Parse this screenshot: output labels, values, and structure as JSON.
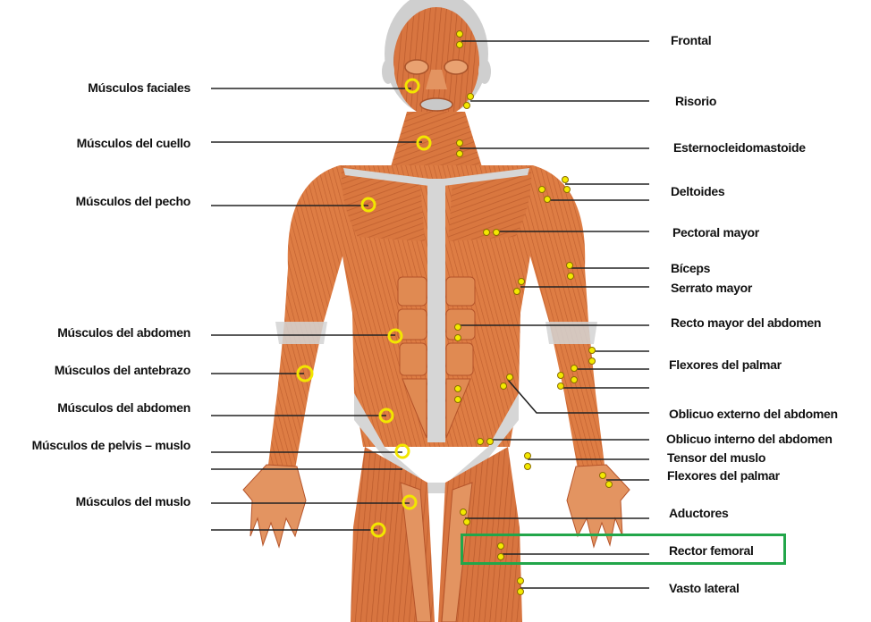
{
  "diagram": {
    "labels_left": [
      {
        "id": "musculos-faciales",
        "text": "Músculos faciales"
      },
      {
        "id": "musculos-cuello",
        "text": "Músculos del cuello"
      },
      {
        "id": "musculos-pecho",
        "text": "Músculos del pecho"
      },
      {
        "id": "musculos-abdomen-1",
        "text": "Músculos del abdomen"
      },
      {
        "id": "musculos-antebrazo",
        "text": "Músculos del antebrazo"
      },
      {
        "id": "musculos-abdomen-2",
        "text": "Músculos del abdomen"
      },
      {
        "id": "musculos-pelvis-muslo",
        "text": "Músculos de pelvis – muslo"
      },
      {
        "id": "musculos-muslo",
        "text": "Músculos del muslo"
      }
    ],
    "labels_right": [
      {
        "id": "frontal",
        "text": "Frontal"
      },
      {
        "id": "risorio",
        "text": "Risorio"
      },
      {
        "id": "esternocleidomastoide",
        "text": "Esternocleidomastoide"
      },
      {
        "id": "deltoides",
        "text": "Deltoides"
      },
      {
        "id": "pectoral-mayor",
        "text": "Pectoral mayor"
      },
      {
        "id": "biceps",
        "text": "Bíceps"
      },
      {
        "id": "serrato-mayor",
        "text": "Serrato mayor"
      },
      {
        "id": "recto-mayor-abdomen",
        "text": "Recto mayor del abdomen"
      },
      {
        "id": "flexores-palmar-1",
        "text": "Flexores del palmar"
      },
      {
        "id": "oblicuo-externo",
        "text": "Oblicuo externo  del abdomen"
      },
      {
        "id": "oblicuo-interno",
        "text": "Oblicuo interno del abdomen"
      },
      {
        "id": "tensor-muslo",
        "text": "Tensor del muslo"
      },
      {
        "id": "flexores-palmar-2",
        "text": "Flexores del palmar"
      },
      {
        "id": "aductores",
        "text": "Aductores"
      },
      {
        "id": "rector-femoral",
        "text": "Rector femoral"
      },
      {
        "id": "vasto-lateral",
        "text": "Vasto lateral"
      }
    ],
    "highlighted_label": "rector-femoral",
    "colors": {
      "muscle": "#d9773f",
      "muscle_dark": "#b5542a",
      "muscle_light": "#eea36d",
      "tendon": "#d6d6d6",
      "marker": "#f2e600",
      "highlight": "#22a64a",
      "line": "#222222"
    }
  }
}
